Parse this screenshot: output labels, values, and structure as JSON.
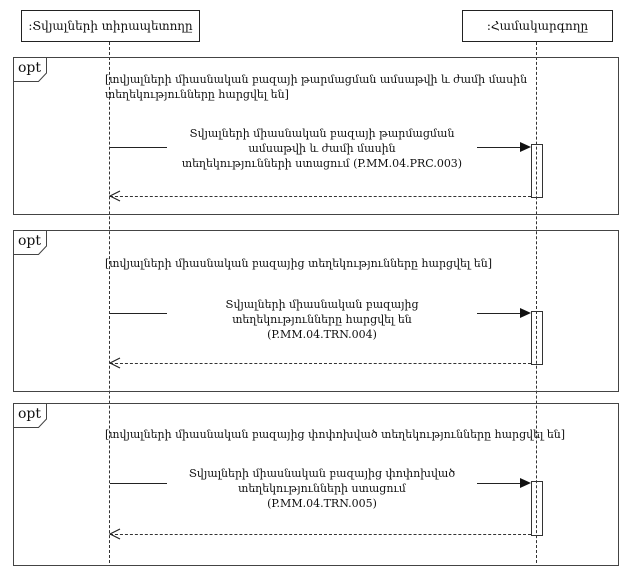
{
  "diagram": {
    "actors": [
      {
        "label": ":Տվյալների տիրապետողը"
      },
      {
        "label": ":Համակարգողը"
      }
    ],
    "fragments": [
      {
        "operator": "opt",
        "guard": "[տվյալների միասնական բազայի թարմացման ամսաթվի և ժամի մասին\nտեղեկությունները հարցվել են]",
        "message": "Տվյալների միասնական բազայի թարմացման ամսաթվի և ժամի մասին\nտեղեկությունների ստացում (P.MM.04.PRC.003)"
      },
      {
        "operator": "opt",
        "guard": "[տվյալների միասնական բազայից տեղեկությունները հարցվել են]",
        "message": "Տվյալների միասնական բազայից տեղեկությունները հարցվել են\n(P.MM.04.TRN.004)"
      },
      {
        "operator": "opt",
        "guard": "[տվյալների միասնական բազայից փոփոխված տեղեկությունները հարցվել են]",
        "message": "Տվյալների միասնական բազայից փոփոխված տեղեկությունների ստացում\n(P.MM.04.TRN.005)"
      }
    ],
    "colors": {
      "line": "#333333",
      "text": "#111111",
      "background": "#ffffff"
    }
  }
}
